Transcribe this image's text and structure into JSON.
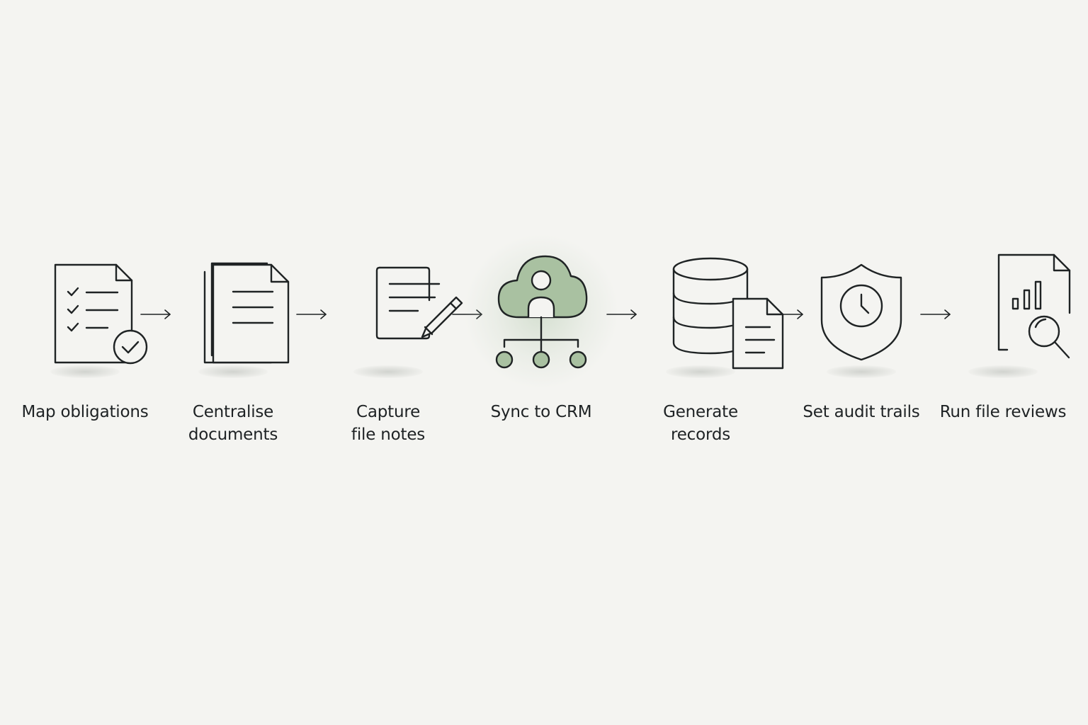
{
  "accent_color": "#a9c1a1",
  "line_color": "#1f2324",
  "steps": [
    {
      "label": "Map obligations",
      "icon": "checklist-document-icon"
    },
    {
      "label": "Centralise\ndocuments",
      "icon": "stacked-documents-icon"
    },
    {
      "label": "Capture\nfile notes",
      "icon": "note-pencil-icon"
    },
    {
      "label": "Sync to CRM",
      "icon": "cloud-user-network-icon",
      "highlighted": true
    },
    {
      "label": "Generate\nrecords",
      "icon": "database-document-icon"
    },
    {
      "label": "Set audit trails",
      "icon": "shield-clock-icon"
    },
    {
      "label": "Run file reviews",
      "icon": "report-magnifier-icon"
    }
  ]
}
